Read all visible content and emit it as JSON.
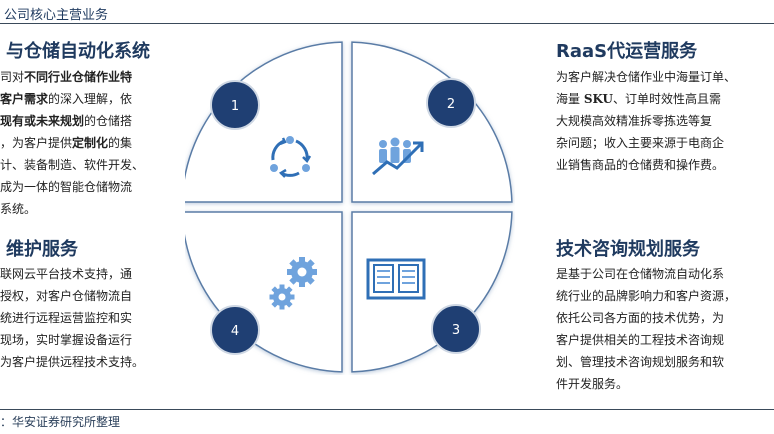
{
  "header": {
    "title": "公司核心主营业务"
  },
  "footer": {
    "source": "：华安证券研究所整理"
  },
  "sections": {
    "tl": {
      "title": "与仓储自动化系统",
      "lines": [
        [
          {
            "t": "司对"
          },
          {
            "t": "不同行业仓储作业特",
            "b": true
          }
        ],
        [
          {
            "t": "客户需求",
            "b": true
          },
          {
            "t": "的深入理解，依"
          }
        ],
        [
          {
            "t": "现有或未来规划",
            "b": true
          },
          {
            "t": "的仓储搭"
          }
        ],
        [
          {
            "t": "，为客户提供"
          },
          {
            "t": "定制化",
            "b": true
          },
          {
            "t": "的集"
          }
        ],
        [
          {
            "t": "计、装备制造、软件开发、"
          }
        ],
        [
          {
            "t": "成为一体的智能仓储物流"
          }
        ],
        [
          {
            "t": "系统。"
          }
        ]
      ]
    },
    "bl": {
      "title": "维护服务",
      "lines": [
        [
          {
            "t": "联网云平台技术支持，通"
          }
        ],
        [
          {
            "t": "授权，对客户仓储物流自"
          }
        ],
        [
          {
            "t": "统进行远程运营监控和实"
          }
        ],
        [
          {
            "t": "现场，实时掌握设备运行"
          }
        ],
        [
          {
            "t": "为客户提供远程技术支持。"
          }
        ]
      ]
    },
    "tr": {
      "title": "RaaS代运营服务",
      "lines": [
        [
          {
            "t": "为客户解决仓储作业中海量订单、"
          }
        ],
        [
          {
            "t": "海量 "
          },
          {
            "t": "SKU",
            "b": true
          },
          {
            "t": "、订单时效性高且需"
          }
        ],
        [
          {
            "t": "大规模高效精准拆零拣选等复"
          }
        ],
        [
          {
            "t": "杂问题；收入主要来源于电商企"
          }
        ],
        [
          {
            "t": "业销售商品的仓储费和操作费。"
          }
        ]
      ]
    },
    "br": {
      "title": "技术咨询规划服务",
      "lines": [
        [
          {
            "t": "是基于公司在仓储物流自动化系"
          }
        ],
        [
          {
            "t": "统行业的品牌影响力和客户资源，"
          }
        ],
        [
          {
            "t": "依托公司各方面的技术优势，为"
          }
        ],
        [
          {
            "t": "客户提供相关的工程技术咨询规"
          }
        ],
        [
          {
            "t": "划、管理技术咨询规划服务和软"
          }
        ],
        [
          {
            "t": "件开发服务。"
          }
        ]
      ]
    }
  },
  "diagram": {
    "badges": [
      "1",
      "2",
      "3",
      "4"
    ],
    "icons": [
      "cycle-arrows-icon",
      "growth-team-icon",
      "open-book-icon",
      "gears-icon"
    ],
    "colors": {
      "badge": "#1f3f73",
      "quadrant_fill": "#ffffff",
      "quadrant_edge": "#5a7ca6",
      "icon": "#2f6fb6",
      "icon_light": "#6fa3dd"
    }
  }
}
